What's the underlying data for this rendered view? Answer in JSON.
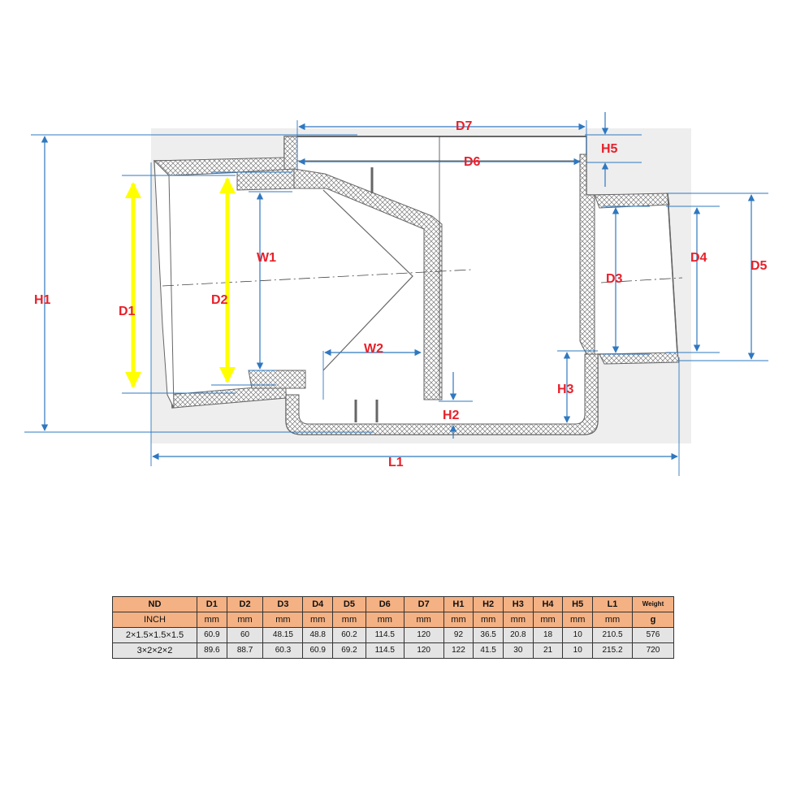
{
  "labels": {
    "d7": "D7",
    "h5": "H5",
    "d6": "D6",
    "w1": "W1",
    "d4": "D4",
    "d5": "D5",
    "h1": "H1",
    "d1": "D1",
    "d2": "D2",
    "d3": "D3",
    "w2": "W2",
    "h3": "H3",
    "h2": "H2",
    "l1": "L1"
  },
  "colors": {
    "dimension_line": "#2f78c0",
    "label": "#e8202a",
    "highlight_arrow": "#ffff00",
    "background_panel": "#eeeeee",
    "body_outline": "#666666",
    "header_fill": "#f4b183",
    "row_fill": "#e4e4e4"
  },
  "table": {
    "header": [
      "ND",
      "D1",
      "D2",
      "D3",
      "D4",
      "D5",
      "D6",
      "D7",
      "H1",
      "H2",
      "H3",
      "H4",
      "H5",
      "L1",
      "Weight"
    ],
    "units": [
      "INCH",
      "mm",
      "mm",
      "mm",
      "mm",
      "mm",
      "mm",
      "mm",
      "mm",
      "mm",
      "mm",
      "mm",
      "mm",
      "mm",
      "g"
    ],
    "rows": [
      [
        "2×1.5×1.5×1.5",
        "60.9",
        "60",
        "48.15",
        "48.8",
        "60.2",
        "114.5",
        "120",
        "92",
        "36.5",
        "20.8",
        "18",
        "10",
        "210.5",
        "576"
      ],
      [
        "3×2×2×2",
        "89.6",
        "88.7",
        "60.3",
        "60.9",
        "69.2",
        "114.5",
        "120",
        "122",
        "41.5",
        "30",
        "21",
        "10",
        "215.2",
        "720"
      ]
    ]
  }
}
